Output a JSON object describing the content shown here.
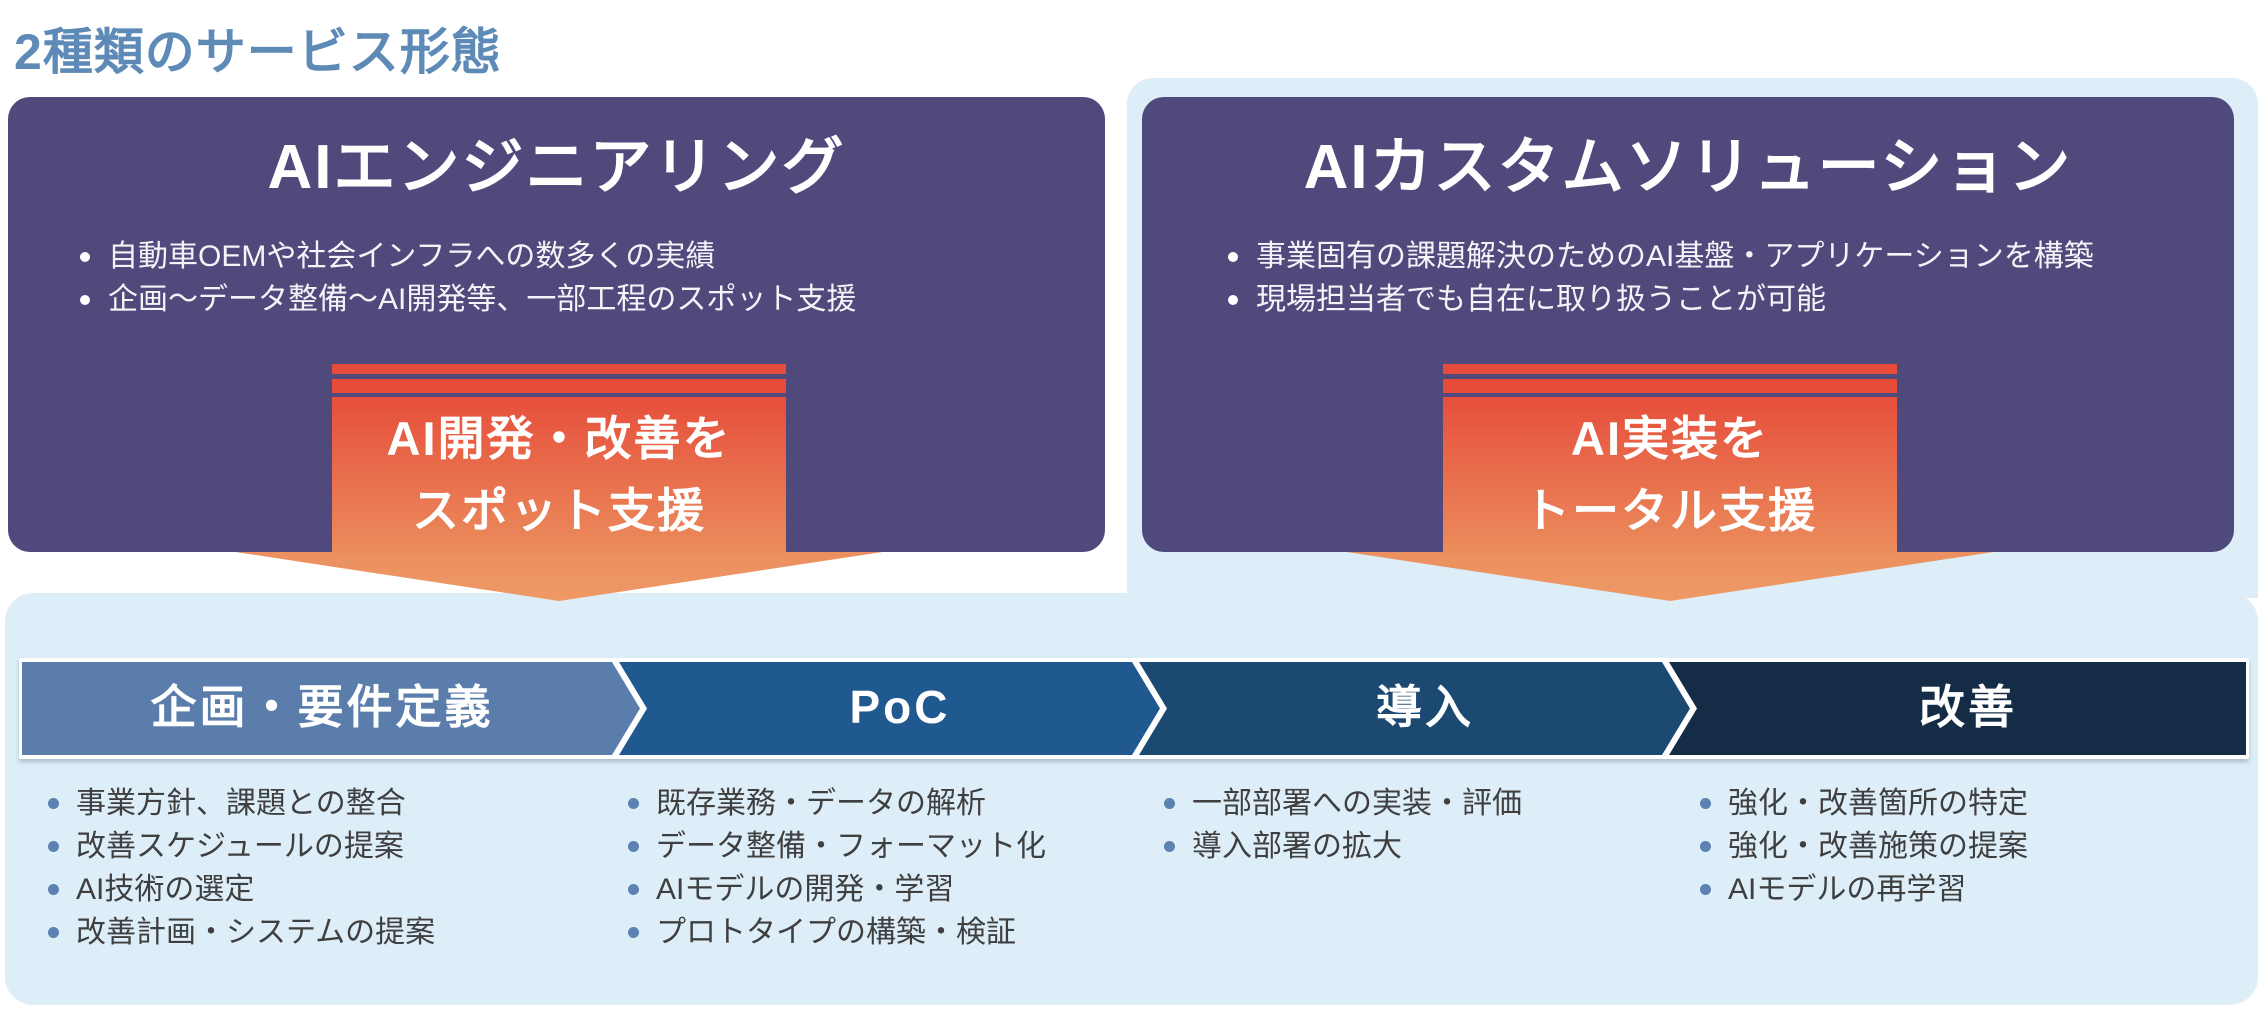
{
  "page": {
    "title": "2種類のサービス形態"
  },
  "services": [
    {
      "title": "AIエンジニアリング",
      "bullets": [
        "自動車OEMや社会インフラへの数多くの実績",
        "企画〜データ整備〜AI開発等、一部工程のスポット支援"
      ],
      "arrow_label_lines": [
        "AI開発・改善を",
        "スポット支援"
      ]
    },
    {
      "title": "AIカスタムソリューション",
      "bullets": [
        "事業固有の課題解決のためのAI基盤・アプリケーションを構築",
        "現場担当者でも自在に取り扱うことが可能"
      ],
      "arrow_label_lines": [
        "AI実装を",
        "トータル支援"
      ]
    }
  ],
  "process": {
    "steps": [
      {
        "label": "企画・要件定義",
        "color": "#5a7dac",
        "bullets": [
          "事業方針、課題との整合",
          "改善スケジュールの提案",
          "AI技術の選定",
          "改善計画・システムの提案"
        ]
      },
      {
        "label": "PoC",
        "color": "#20598f",
        "bullets": [
          "既存業務・データの解析",
          "データ整備・フォーマット化",
          "AIモデルの開発・学習",
          "プロトタイプの構築・検証"
        ]
      },
      {
        "label": "導入",
        "color": "#1c4971",
        "bullets": [
          "一部部署への実装・評価",
          "導入部署の拡大"
        ]
      },
      {
        "label": "改善",
        "color": "#142c45",
        "bullets": [
          "強化・改善箇所の特定",
          "強化・改善施策の提案",
          "AIモデルの再学習"
        ]
      }
    ]
  },
  "colors": {
    "page_title": "#5d8ab6",
    "card_purple": "#504a7c",
    "stripe_red": "#e74c3a",
    "arrow_gradient_top": "#e64f3c",
    "arrow_gradient_bottom": "#eb8c5c",
    "arrow_head_top": "#eb8c5c",
    "arrow_head_tip": "#ee9966",
    "panel_light_blue": "#ddeef9",
    "bullet_dot_blue": "#5b82b0",
    "text_dark": "#3f3f3f"
  }
}
